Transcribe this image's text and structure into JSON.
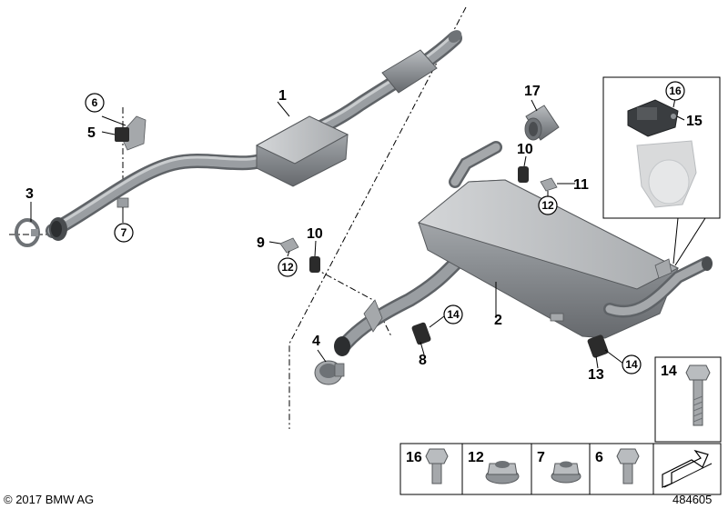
{
  "callouts": {
    "p1": "1",
    "p2": "2",
    "p3": "3",
    "p4": "4",
    "p5": "5",
    "p6": "6",
    "p7": "7",
    "p8": "8",
    "p9": "9",
    "p10a": "10",
    "p10b": "10",
    "p11": "11",
    "p12a": "12",
    "p12b": "12",
    "p13": "13",
    "p14a": "14",
    "p14b": "14",
    "p15": "15",
    "p16": "16",
    "p17": "17"
  },
  "legend": {
    "bolt_long": "14",
    "bolt_m": "16",
    "nut_flange": "12",
    "nut_small": "7",
    "bolt_small": "6"
  },
  "footer": {
    "copyright": "© 2017 BMW AG",
    "diagram_number": "484605"
  },
  "colors": {
    "pipe": "#8f9397",
    "pipe_dark": "#6e7276",
    "pipe_light": "#b7babd",
    "rubber": "#2b2b2b",
    "inset_ghost": "#d9dadb"
  }
}
